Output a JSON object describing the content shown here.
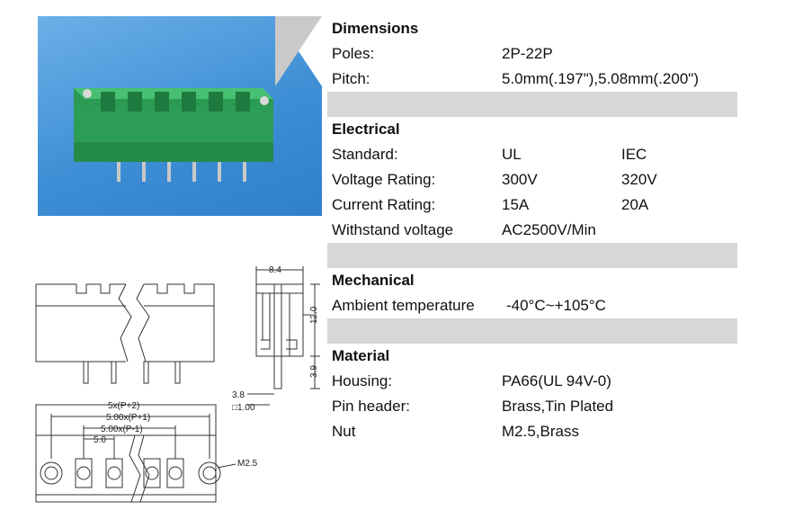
{
  "sections": {
    "dimensions": {
      "title": "Dimensions",
      "rows": [
        {
          "label": "Poles:",
          "value": "2P-22P"
        },
        {
          "label": "Pitch:",
          "value": "5.0mm(.197\"),5.08mm(.200\")"
        }
      ]
    },
    "electrical": {
      "title": "Electrical",
      "rows": [
        {
          "label": "Standard:",
          "ul": "UL",
          "iec": "IEC"
        },
        {
          "label": "Voltage Rating:",
          "ul": "300V",
          "iec": "320V"
        },
        {
          "label": "Current Rating:",
          "ul": "15A",
          "iec": "20A"
        },
        {
          "label": "Withstand voltage",
          "ul": "AC2500V/Min"
        }
      ]
    },
    "mechanical": {
      "title": "Mechanical",
      "rows": [
        {
          "label": "Ambient temperature",
          "value": "-40°C~+105°C"
        }
      ]
    },
    "material": {
      "title": "Material",
      "rows": [
        {
          "label": "Housing:",
          "value": "PA66(UL 94V-0)"
        },
        {
          "label": "Pin header:",
          "value": "Brass,Tin Plated"
        },
        {
          "label": "Nut",
          "value": "M2.5,Brass"
        }
      ]
    }
  },
  "drawing": {
    "dim_8_4": "8.4",
    "dim_12_0": "12.0",
    "dim_3_9": "3.9",
    "dim_3_8": "3.8",
    "dim_1_00": "□1.00",
    "dim_5xp2": "5x(P+2)",
    "dim_500p1": "5.00x(P+1)",
    "dim_500m1": "5.00x(P-1)",
    "dim_5_0": "5.0",
    "dim_m2_5": "M2.5"
  },
  "colors": {
    "photo_bg": "#3f8fd6",
    "connector_green": "#2fa25a",
    "section_gap": "#d7d7d7"
  }
}
